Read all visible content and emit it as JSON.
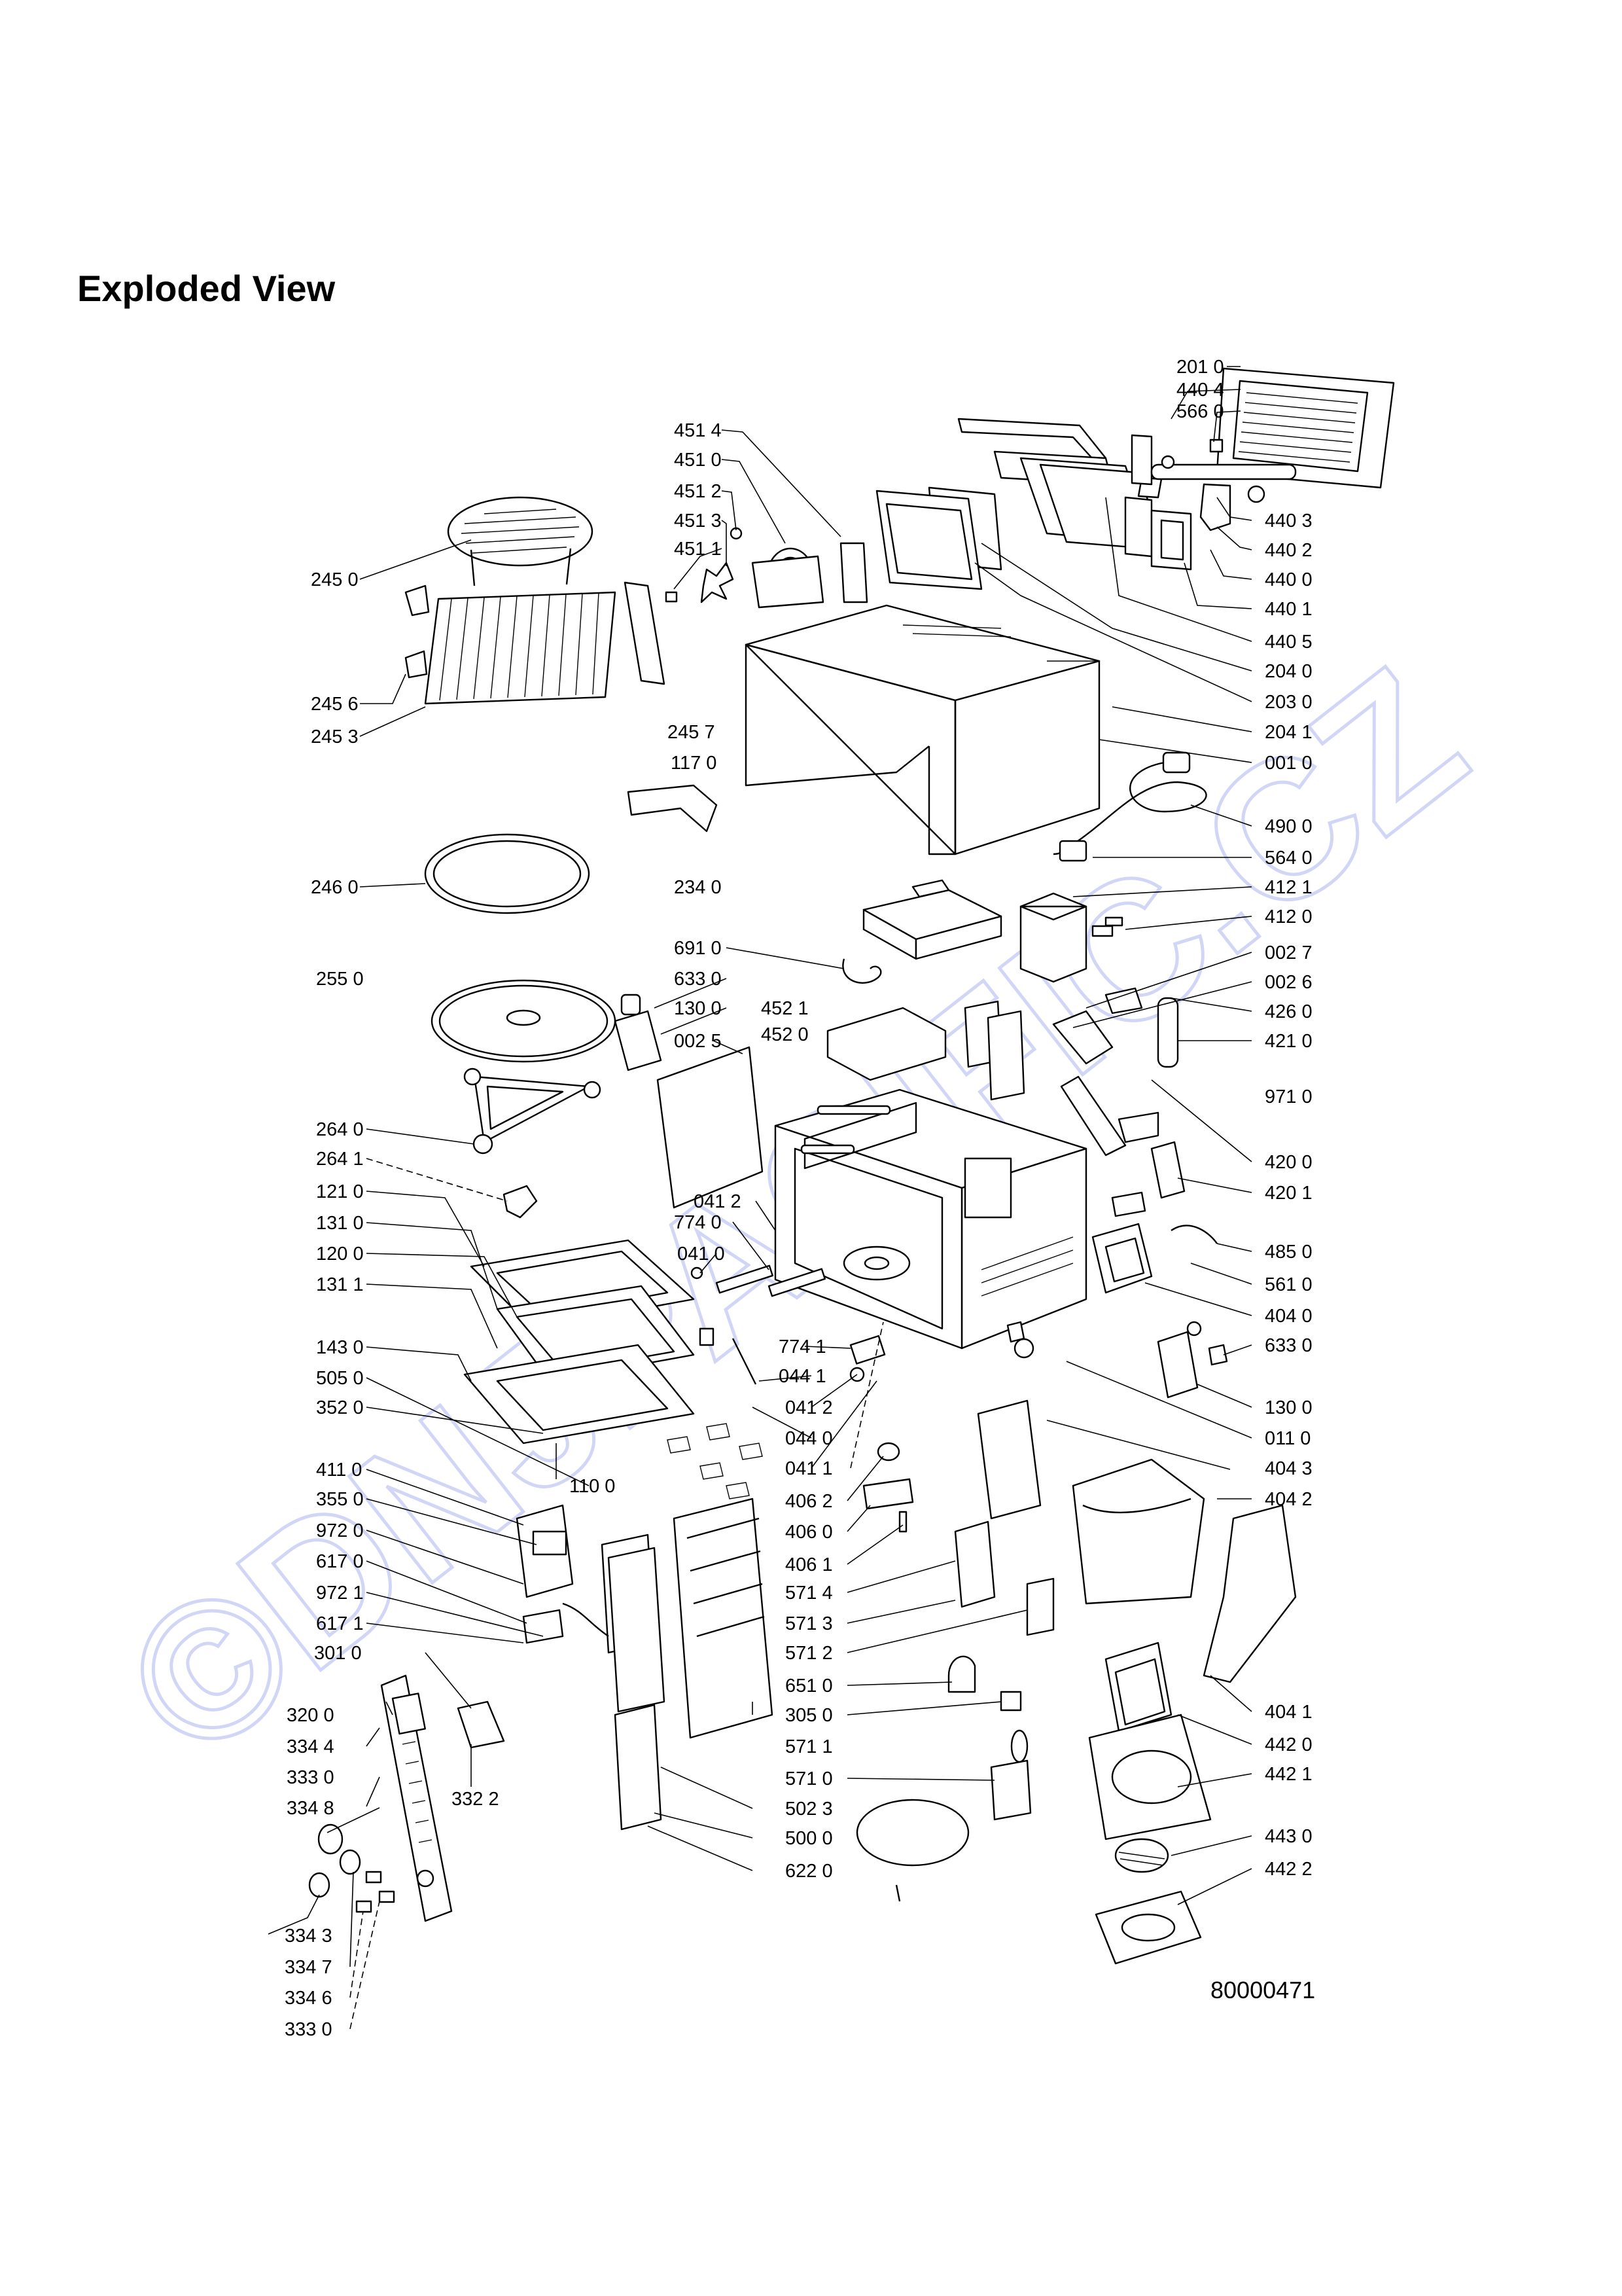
{
  "header": {
    "title": "Exploded View"
  },
  "footer": {
    "doc_number": "80000471"
  },
  "watermark": {
    "text": "©DNJPACIFIC.CZ",
    "color": "#c8ccf4"
  },
  "callouts": {
    "c2010": "201 0",
    "c4404": "440 4",
    "c5660": "566 0",
    "c4514": "451 4",
    "c4510": "451 0",
    "c4512": "451 2",
    "c4513": "451 3",
    "c4511": "451 1",
    "c2450": "245 0",
    "c4403": "440 3",
    "c4402": "440 2",
    "c4400": "440 0",
    "c4401": "440 1",
    "c4405": "440 5",
    "c2040": "204 0",
    "c2456": "245 6",
    "c2030": "203 0",
    "c2453": "245 3",
    "c2041": "204 1",
    "c2457": "245 7",
    "c0010": "001 0",
    "c1170": "117 0",
    "c4900": "490 0",
    "c5640": "564 0",
    "c2460": "246 0",
    "c2340": "234 0",
    "c4121": "412 1",
    "c4120": "412 0",
    "c6910": "691 0",
    "c0027": "002 7",
    "c2550": "255 0",
    "c6330a": "633 0",
    "c0026": "002 6",
    "c1300a": "130 0",
    "c4521": "452 1",
    "c4260": "426 0",
    "c0025": "002 5",
    "c4520": "452 0",
    "c4210": "421 0",
    "c9710": "971 0",
    "c2640": "264 0",
    "c4200": "420 0",
    "c2641": "264 1",
    "c1210": "121 0",
    "c0412a": "041 2",
    "c4201": "420 1",
    "c7740": "774 0",
    "c1310": "131 0",
    "c0410": "041 0",
    "c4850": "485 0",
    "c1200": "120 0",
    "c5610": "561 0",
    "c1311": "131 1",
    "c4040": "404 0",
    "c1430": "143 0",
    "c7741": "774 1",
    "c6330b": "633 0",
    "c0441": "044 1",
    "c5050": "505 0",
    "c0412b": "041 2",
    "c1300b": "130 0",
    "c3520": "352 0",
    "c0440": "044 0",
    "c0110": "011 0",
    "c0411": "041 1",
    "c4043": "404 3",
    "c1100": "110 0",
    "c4110": "411 0",
    "c4062": "406 2",
    "c4042": "404 2",
    "c3550": "355 0",
    "c4060": "406 0",
    "c9720": "972 0",
    "c4061": "406 1",
    "c6170": "617 0",
    "c5714": "571 4",
    "c9721": "972 1",
    "c5713": "571 3",
    "c6171": "617 1",
    "c5712": "571 2",
    "c3010": "301 0",
    "c6510": "651 0",
    "c3200": "320 0",
    "c3050": "305 0",
    "c4041": "404 1",
    "c5711": "571 1",
    "c4420": "442 0",
    "c3344": "334 4",
    "c3322": "332 2",
    "c5710": "571 0",
    "c4421": "442 1",
    "c3330a": "333 0",
    "c5023": "502 3",
    "c3348": "334 8",
    "c5000": "500 0",
    "c4430": "443 0",
    "c6220": "622 0",
    "c4422": "442 2",
    "c3343": "334 3",
    "c3347": "334 7",
    "c3346": "334 6",
    "c3330b": "333 0"
  }
}
